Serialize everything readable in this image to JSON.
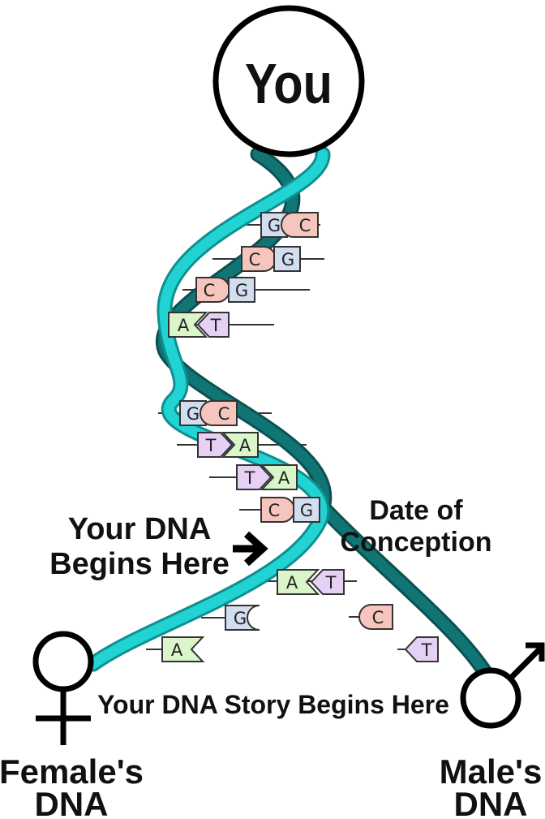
{
  "top_circle": {
    "label": "You"
  },
  "labels": {
    "date_of_conception": [
      "Date of",
      "Conception"
    ],
    "your_dna_begins": [
      "Your DNA",
      "Begins Here"
    ],
    "story": "Your DNA Story Begins Here",
    "female": [
      "Female's",
      "DNA"
    ],
    "male": [
      "Male's",
      "DNA"
    ]
  },
  "base_pairs": [
    {
      "left": "G",
      "right": "C"
    },
    {
      "left": "C",
      "right": "G"
    },
    {
      "left": "C",
      "right": "G"
    },
    {
      "left": "A",
      "right": "T"
    },
    {
      "left": "G",
      "right": "C"
    },
    {
      "left": "T",
      "right": "A"
    },
    {
      "left": "T",
      "right": "A"
    },
    {
      "left": "C",
      "right": "G"
    },
    {
      "left": "A",
      "right": "T"
    }
  ],
  "unpaired_bases": [
    "G",
    "A",
    "C",
    "T"
  ],
  "colors": {
    "strand_light": "#22d3d3",
    "strand_dark": "#127575",
    "A": "#d9f5c9",
    "T": "#e6d0f3",
    "G": "#d2deef",
    "C": "#f6c5bd"
  }
}
